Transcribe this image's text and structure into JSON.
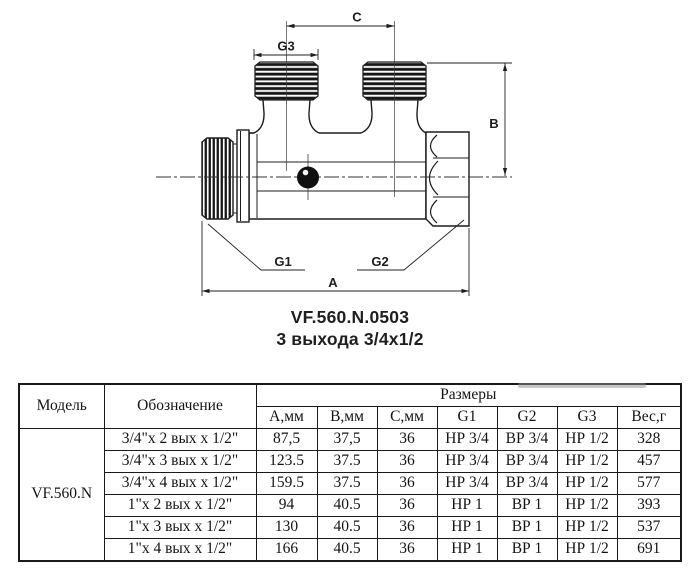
{
  "title": {
    "code": "VF.560.N.0503",
    "subtitle": "3 выхода 3/4х1/2"
  },
  "drawing": {
    "dim_labels": {
      "a": "A",
      "b": "B",
      "c": "C",
      "g1": "G1",
      "g2": "G2",
      "g3": "G3"
    }
  },
  "colors": {
    "line": "#1d1d1d",
    "background": "#ffffff"
  },
  "table": {
    "headers": {
      "model": "Модель",
      "designation": "Обозначение",
      "sizes": "Размеры",
      "a": "А,мм",
      "b": "В,мм",
      "c": "С,мм",
      "g1": "G1",
      "g2": "G2",
      "g3": "G3",
      "weight": "Вес,г"
    },
    "model_value": "VF.560.N",
    "rows": [
      {
        "designation": "3/4\"х 2 вых х 1/2\"",
        "a": "87,5",
        "b": "37,5",
        "c": "36",
        "g1": "НР 3/4",
        "g2": "ВР 3/4",
        "g3": "НР 1/2",
        "weight": "328"
      },
      {
        "designation": "3/4\"х 3 вых х 1/2\"",
        "a": "123.5",
        "b": "37.5",
        "c": "36",
        "g1": "НР 3/4",
        "g2": "ВР 3/4",
        "g3": "НР 1/2",
        "weight": "457"
      },
      {
        "designation": "3/4\"х 4 вых х 1/2\"",
        "a": "159.5",
        "b": "37.5",
        "c": "36",
        "g1": "НР 3/4",
        "g2": "ВР 3/4",
        "g3": "НР 1/2",
        "weight": "577"
      },
      {
        "designation": "1\"х 2 вых х 1/2\"",
        "a": "94",
        "b": "40.5",
        "c": "36",
        "g1": "НР 1",
        "g2": "ВР 1",
        "g3": "НР 1/2",
        "weight": "393"
      },
      {
        "designation": "1\"х 3 вых х 1/2\"",
        "a": "130",
        "b": "40.5",
        "c": "36",
        "g1": "НР 1",
        "g2": "ВР 1",
        "g3": "НР 1/2",
        "weight": "537"
      },
      {
        "designation": "1\"х 4 вых х 1/2\"",
        "a": "166",
        "b": "40.5",
        "c": "36",
        "g1": "НР 1",
        "g2": "ВР 1",
        "g3": "НР 1/2",
        "weight": "691"
      }
    ]
  }
}
